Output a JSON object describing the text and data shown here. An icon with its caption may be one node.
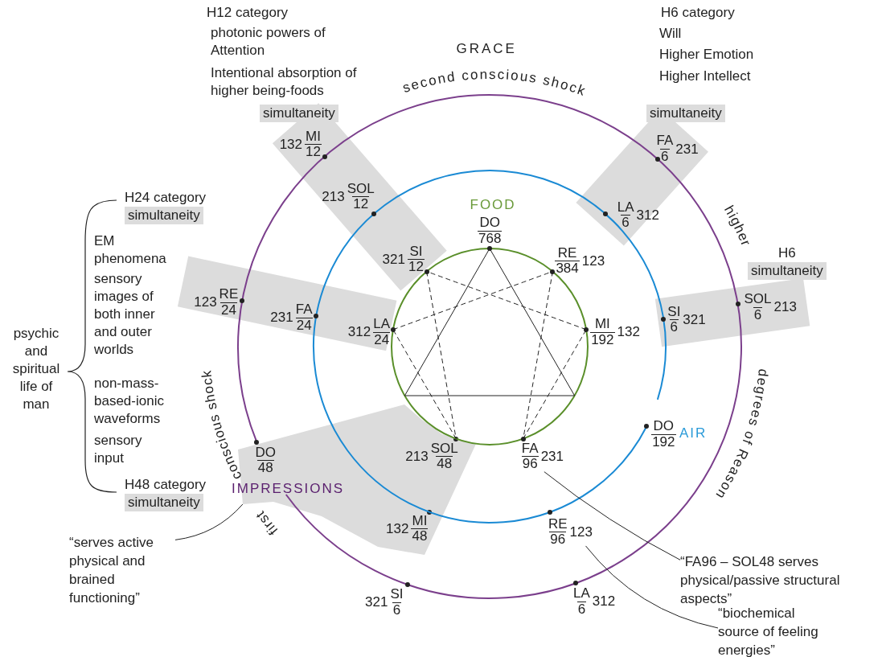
{
  "diagram": {
    "nodes": [
      {
        "text": [
          "simultaneity"
        ]
      },
      {
        "text": [
          "simultaneity"
        ]
      },
      {
        "text": [
          "MI",
          "12"
        ],
        "beside": [
          "132"
        ]
      },
      {
        "text": [
          "FA",
          "6"
        ],
        "beside": [
          "231"
        ]
      },
      {
        "text": [
          "simultaneity"
        ],
        "beside": [
          "H24 category"
        ]
      },
      {
        "text": [
          "SOL",
          "12"
        ],
        "beside": [
          "213"
        ]
      },
      {
        "text": [
          "LA",
          "6"
        ],
        "beside": [
          "312"
        ]
      },
      {
        "text": [
          "DO",
          "768"
        ]
      },
      {
        "text": [
          "RE",
          "384"
        ],
        "beside": [
          "123"
        ]
      },
      {
        "text": [
          "SI",
          "12"
        ],
        "beside": [
          "321"
        ]
      },
      {
        "text": [
          "simultaneity"
        ],
        "beside": [
          "H6"
        ]
      },
      {
        "text": [
          "RE",
          "24"
        ],
        "beside": [
          "123"
        ]
      },
      {
        "text": [
          "FA",
          "24"
        ],
        "beside": [
          "231"
        ]
      },
      {
        "text": [
          "LA",
          "24"
        ],
        "beside": [
          "312"
        ]
      },
      {
        "text": [
          "SI",
          "6"
        ],
        "beside": [
          "321"
        ]
      },
      {
        "text": [
          "SOL",
          "6"
        ],
        "beside": [
          "213"
        ]
      },
      {
        "text": [
          "MI",
          "192"
        ],
        "beside": [
          "132"
        ]
      },
      {
        "text": [
          "DO",
          "192"
        ]
      },
      {
        "text": [
          "SOL",
          "48"
        ],
        "beside": [
          "213"
        ],
        "in": 29
      },
      {
        "text": [
          "FA",
          "96"
        ],
        "beside": [
          "231"
        ]
      },
      {
        "text": [
          "DO",
          "48"
        ]
      },
      {
        "text": [
          "simultaneity"
        ],
        "beside": [
          "H48 category"
        ]
      },
      {
        "text": [
          "MI",
          "48"
        ],
        "beside": [
          "132"
        ],
        "in": 29
      },
      {
        "text": [
          "RE",
          "96"
        ],
        "beside": [
          "123"
        ]
      },
      {
        "text": [
          "“serves active physical and brained functioning”"
        ]
      },
      {
        "text": [
          "“FA96 – SOL48 serves physical/passive structural aspects”"
        ]
      },
      {
        "text": [
          "SI",
          "6"
        ],
        "beside": [
          "321"
        ]
      },
      {
        "text": [
          "LA",
          "6"
        ],
        "beside": [
          "312"
        ]
      },
      {
        "text": [
          "“biochemical source of feeling energies”"
        ]
      },
      {
        "text": [],
        "shape": "sector"
      }
    ],
    "edges": [
      {
        "from": 8,
        "to": 19,
        "arrow": "none",
        "style": "dashed"
      },
      {
        "from": 19,
        "to": 16,
        "arrow": "none",
        "style": "dashed"
      },
      {
        "from": 16,
        "to": 9,
        "arrow": "none",
        "style": "dashed"
      },
      {
        "from": 9,
        "to": 18,
        "arrow": "none",
        "style": "dashed"
      },
      {
        "from": 18,
        "to": 13,
        "arrow": "none",
        "style": "dashed"
      },
      {
        "from": 13,
        "to": 8,
        "arrow": "none",
        "style": "dashed"
      },
      {
        "from": 24,
        "to": 29,
        "arrow": "none"
      },
      {
        "from": 25,
        "to": 19,
        "arrow": "none"
      },
      {
        "from": 28,
        "to": 23,
        "arrow": "none"
      }
    ],
    "labels": [
      "H12 category",
      "photonic powers of Attention",
      "Intentional absorption of higher being-foods",
      "GRACE",
      "second conscious shock",
      "H6 category",
      "Will",
      "Higher Emotion",
      "Higher Intellect",
      "FOOD",
      "higher",
      "EM phenomena",
      "sensory images of both inner and outer worlds",
      "psychic and spiritual life of man",
      "non-mass-based-ionic waveforms",
      "first conscious shock",
      "AIR",
      "degrees of Reason",
      "sensory input",
      "IMPRESSIONS"
    ]
  }
}
